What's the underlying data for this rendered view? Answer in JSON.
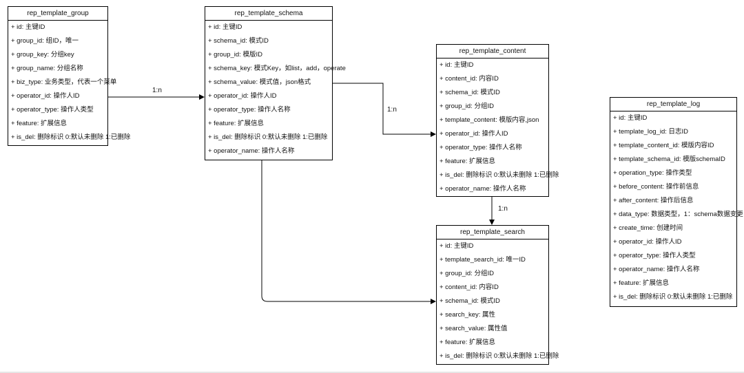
{
  "entities": {
    "group": {
      "title": "rep_template_group",
      "fields": [
        "+ id:  主键ID",
        "+ group_id: 组ID，唯一",
        "+ group_key: 分组key",
        "+ group_name: 分组名称",
        "+ biz_type: 业务类型，代表一个菜单",
        "+ operator_id: 操作人ID",
        "+ operator_type: 操作人类型",
        "+ feature: 扩展信息",
        "+ is_del: 删除标识 0:默认未删除 1:已删除"
      ]
    },
    "schema": {
      "title": "rep_template_schema",
      "fields": [
        "+ id:  主键ID",
        "+ schema_id: 模式ID",
        "+ group_id: 模版ID",
        "+ schema_key: 模式Key，如list，add，operate",
        "+ schema_value: 模式值，json格式",
        "+ operator_id: 操作人ID",
        "+ operator_type: 操作人名称",
        "+ feature: 扩展信息",
        "+ is_del: 删除标识 0:默认未删除 1:已删除",
        "+ operator_name: 操作人名称"
      ]
    },
    "content": {
      "title": "rep_template_content",
      "fields": [
        "+ id:  主键ID",
        "+ content_id: 内容ID",
        "+ schema_id: 模式ID",
        "+ group_id: 分组ID",
        "+ template_content: 模版内容,json",
        "+ operator_id: 操作人ID",
        "+ operator_type: 操作人名称",
        "+ feature: 扩展信息",
        "+ is_del: 删除标识 0:默认未删除 1:已删除",
        "+ operator_name: 操作人名称"
      ]
    },
    "search": {
      "title": "rep_template_search",
      "fields": [
        "+ id:  主键ID",
        "+ template_search_id: 唯一ID",
        "+ group_id: 分组ID",
        "+ content_id: 内容ID",
        "+ schema_id: 模式ID",
        "+ search_key: 属性",
        "+ search_value: 属性值",
        "+ feature: 扩展信息",
        "+ is_del: 删除标识 0:默认未删除 1:已删除"
      ]
    },
    "log": {
      "title": "rep_template_log",
      "fields": [
        "+ id:  主键ID",
        "+ template_log_id: 日志ID",
        "+ template_content_id: 模版内容ID",
        "+ template_schema_id: 模版schemaID",
        "+ operation_type: 操作类型",
        "+ before_content: 操作前信息",
        "+ after_content: 操作后信息",
        "+ data_type: 数据类型，1：schema数据变更",
        "+ create_time: 创建时间",
        "+ operator_id: 操作人ID",
        "+ operator_type: 操作人类型",
        "+ operator_name: 操作人名称",
        "+ feature: 扩展信息",
        "+ is_del: 删除标识 0:默认未删除 1:已删除"
      ]
    }
  },
  "relations": [
    {
      "from": "group",
      "to": "schema",
      "label": "1:n"
    },
    {
      "from": "schema",
      "to": "content",
      "label": "1:n"
    },
    {
      "from": "content",
      "to": "search",
      "label": "1:n"
    },
    {
      "from": "schema",
      "to": "search",
      "label": ""
    }
  ]
}
